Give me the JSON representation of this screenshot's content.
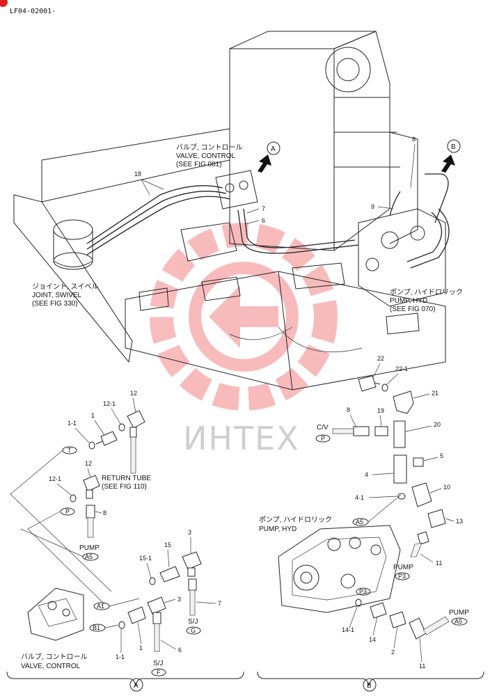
{
  "page": {
    "code": "LF04-02001-"
  },
  "watermark": {
    "text": "ИНТЕХ",
    "color": "#e83030"
  },
  "callouts_top": {
    "valve_control_ja": "バルブ, コントロール",
    "valve_control_en": "VALVE, CONTROL",
    "valve_control_ref": "(SEE FIG 081)",
    "joint_swivel_ja": "ジョイント, スイベル",
    "joint_swivel_en": "JOINT, SWIVEL",
    "joint_swivel_ref": "(SEE FIG 330)",
    "pump_hyd_ja": "ポンプ, ハイドロリック",
    "pump_hyd_en": "PUMP, HYD",
    "pump_hyd_ref": "(SEE FIG 070)",
    "view_a": "A",
    "view_b": "B"
  },
  "part_numbers": {
    "p18": "18",
    "p7": "7",
    "p6": "6",
    "p8_top": "8",
    "p9": "9",
    "p12_top": "12",
    "p12_1_top": "12-1",
    "p1_1_top": "1-1",
    "p1_top": "1",
    "p12_mid": "12",
    "p12_1_mid": "12-1",
    "p8_mid": "8",
    "p15": "15",
    "p15_1": "15-1",
    "p3_top": "3",
    "p3_mid": "3",
    "p7_bot": "7",
    "p1_bot": "1",
    "p1_1_bot": "1-1",
    "p6_bot": "6",
    "p22": "22",
    "p22_1": "22-1",
    "p21": "21",
    "p19": "19",
    "p8_b": "8",
    "p20": "20",
    "p5": "5",
    "p4": "4",
    "p4_1": "4-1",
    "p10": "10",
    "p13": "13",
    "p11_mid": "11",
    "p14_1": "14-1",
    "p14": "14",
    "p2": "2",
    "p11_bot": "11"
  },
  "labels_a": {
    "return_tube": "RETURN TUBE",
    "return_tube_ref": "(SEE FIG 110)",
    "pump": "PUMP",
    "sj_g": "S/J",
    "sj_f": "S/J",
    "valve_control_ja": "バルブ, コントロール",
    "valve_control_en": "VALVE, CONTROL",
    "port_t": "T",
    "port_p": "P",
    "port_a5": "A5",
    "port_a1": "A1",
    "port_b1": "B1",
    "port_g": "G",
    "port_f": "F"
  },
  "labels_b": {
    "cv": "C/V",
    "port_p": "P",
    "pump_hyd_ja": "ポンプ, ハイドロリック",
    "pump_hyd_en": "PUMP, HYD",
    "port_a5": "A5",
    "pump_p3": "PUMP",
    "port_p3": "P3",
    "port_p3b": "P3",
    "pump_a5": "PUMP",
    "port_a5b": "A5"
  },
  "section_marks": {
    "a": "A",
    "b": "B"
  }
}
